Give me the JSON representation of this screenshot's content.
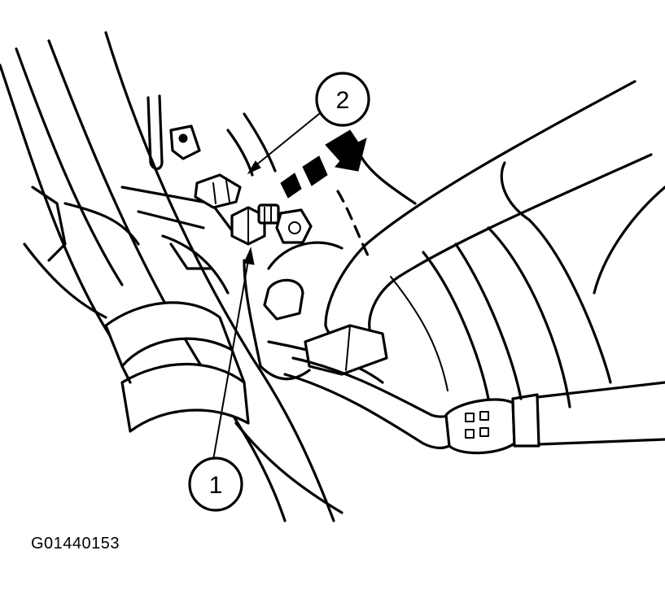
{
  "figure": {
    "id": "G01440153"
  },
  "callouts": [
    {
      "number": "1"
    },
    {
      "number": "2"
    }
  ],
  "colors": {
    "ink": "#000000",
    "paper": "#ffffff"
  }
}
